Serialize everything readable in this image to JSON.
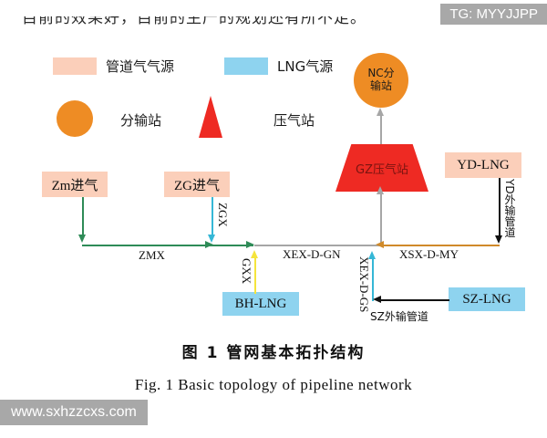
{
  "page": {
    "cut_off_text": "目前的效果好，目前的生产的规划还有所不足。",
    "watermark_top": "TG: MYYJJPP",
    "watermark_bottom": "www.sxhzzcxs.com"
  },
  "legend": {
    "items": [
      {
        "key": "pipeline-gas-source",
        "label": "管道气气源",
        "symbol": "rect",
        "color": "#fbcfba"
      },
      {
        "key": "lng-gas-source",
        "label": "LNG气源",
        "symbol": "rect",
        "color": "#8ed3ef"
      },
      {
        "key": "distribution-station",
        "label": "分输站",
        "symbol": "circle",
        "color": "#ee8c24"
      },
      {
        "key": "compressor-station",
        "label": "压气站",
        "symbol": "trapezoid",
        "color": "#ee2a23"
      }
    ]
  },
  "diagram": {
    "nodes": [
      {
        "key": "zm-inlet",
        "label": "Zm进气",
        "type": "pipeline-gas-source"
      },
      {
        "key": "zg-inlet",
        "label": "ZG进气",
        "type": "pipeline-gas-source"
      },
      {
        "key": "bh-lng",
        "label": "BH-LNG",
        "type": "lng-gas-source"
      },
      {
        "key": "sz-lng",
        "label": "SZ-LNG",
        "type": "lng-gas-source"
      },
      {
        "key": "yd-lng",
        "label": "YD-LNG",
        "type": "pipeline-gas-source"
      },
      {
        "key": "nc-station",
        "label_line1": "NC分",
        "label_line2": "输站",
        "type": "distribution-station"
      },
      {
        "key": "gz-station",
        "label": "GZ压气站",
        "type": "compressor-station"
      }
    ],
    "pipes": [
      {
        "key": "zmx",
        "label": "ZMX",
        "color": "#2e8b57"
      },
      {
        "key": "zgx",
        "label": "ZGX",
        "color": "#35b7d6"
      },
      {
        "key": "gxx",
        "label": "GXX",
        "color": "#f5e43c"
      },
      {
        "key": "xex-d-gn",
        "label": "XEX-D-GN",
        "color": "#a6a6a6"
      },
      {
        "key": "xex-d-gs",
        "label": "XEX-D-GS",
        "color": "#35b7d6"
      },
      {
        "key": "xsx-d-my",
        "label": "XSX-D-MY",
        "color": "#d08a2a"
      },
      {
        "key": "yd-outlet",
        "label": "YD外输管道",
        "color": "#111111"
      },
      {
        "key": "sz-outlet",
        "label": "SZ外输管道",
        "color": "#111111"
      }
    ]
  },
  "caption": {
    "chinese": "图 1   管网基本拓扑结构",
    "english": "Fig. 1   Basic topology of pipeline network"
  }
}
